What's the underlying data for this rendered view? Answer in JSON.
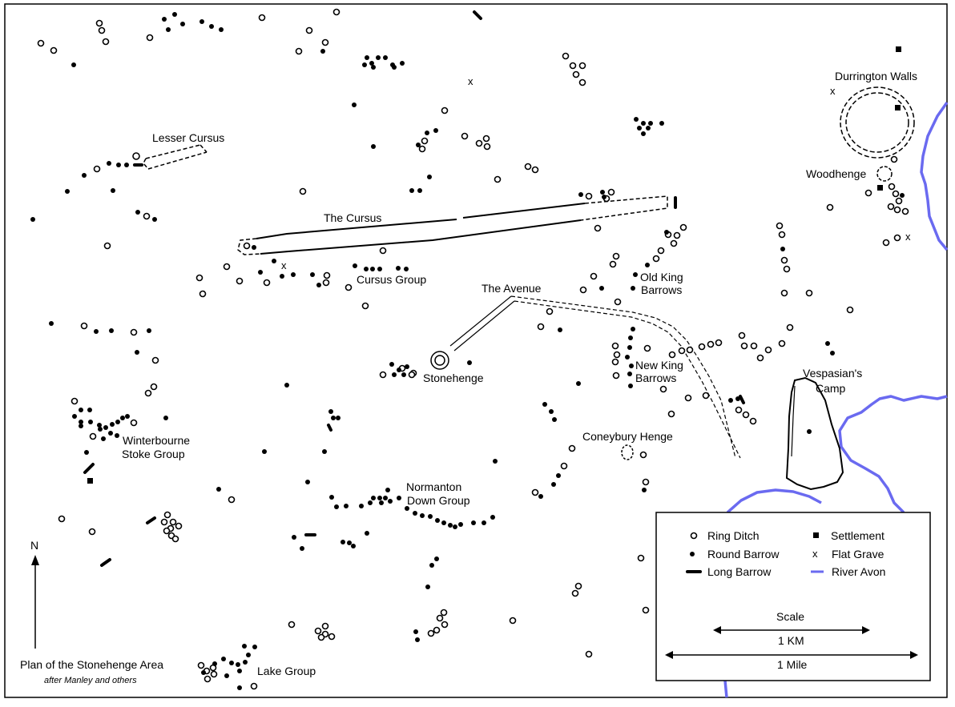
{
  "map": {
    "title": "Plan of the Stonehenge Area",
    "subtitle": "after Manley and others",
    "north_label": "N",
    "labels": {
      "lesser_cursus": "Lesser Cursus",
      "the_cursus": "The Cursus",
      "cursus_group": "Cursus Group",
      "the_avenue": "The Avenue",
      "stonehenge": "Stonehenge",
      "old_king_1": "Old King",
      "old_king_2": "Barrows",
      "new_king_1": "New King",
      "new_king_2": "Barrows",
      "durrington": "Durrington Walls",
      "woodhenge": "Woodhenge",
      "vespasian_1": "Vespasian's",
      "vespasian_2": "Camp",
      "coneybury": "Coneybury Henge",
      "winterbourne_1": "Winterbourne",
      "winterbourne_2": "Stoke Group",
      "normanton_1": "Normanton",
      "normanton_2": "Down Group",
      "lake_group": "Lake Group"
    },
    "colors": {
      "river": "#6a6af0",
      "ink": "#000000",
      "background": "#ffffff"
    }
  },
  "legend": {
    "ring_ditch": "Ring Ditch",
    "round_barrow": "Round Barrow",
    "long_barrow": "Long Barrow",
    "settlement": "Settlement",
    "flat_grave": "Flat Grave",
    "river_avon": "River Avon",
    "scale_title": "Scale",
    "scale_km": "1 KM",
    "scale_mile": "1 Mile"
  }
}
